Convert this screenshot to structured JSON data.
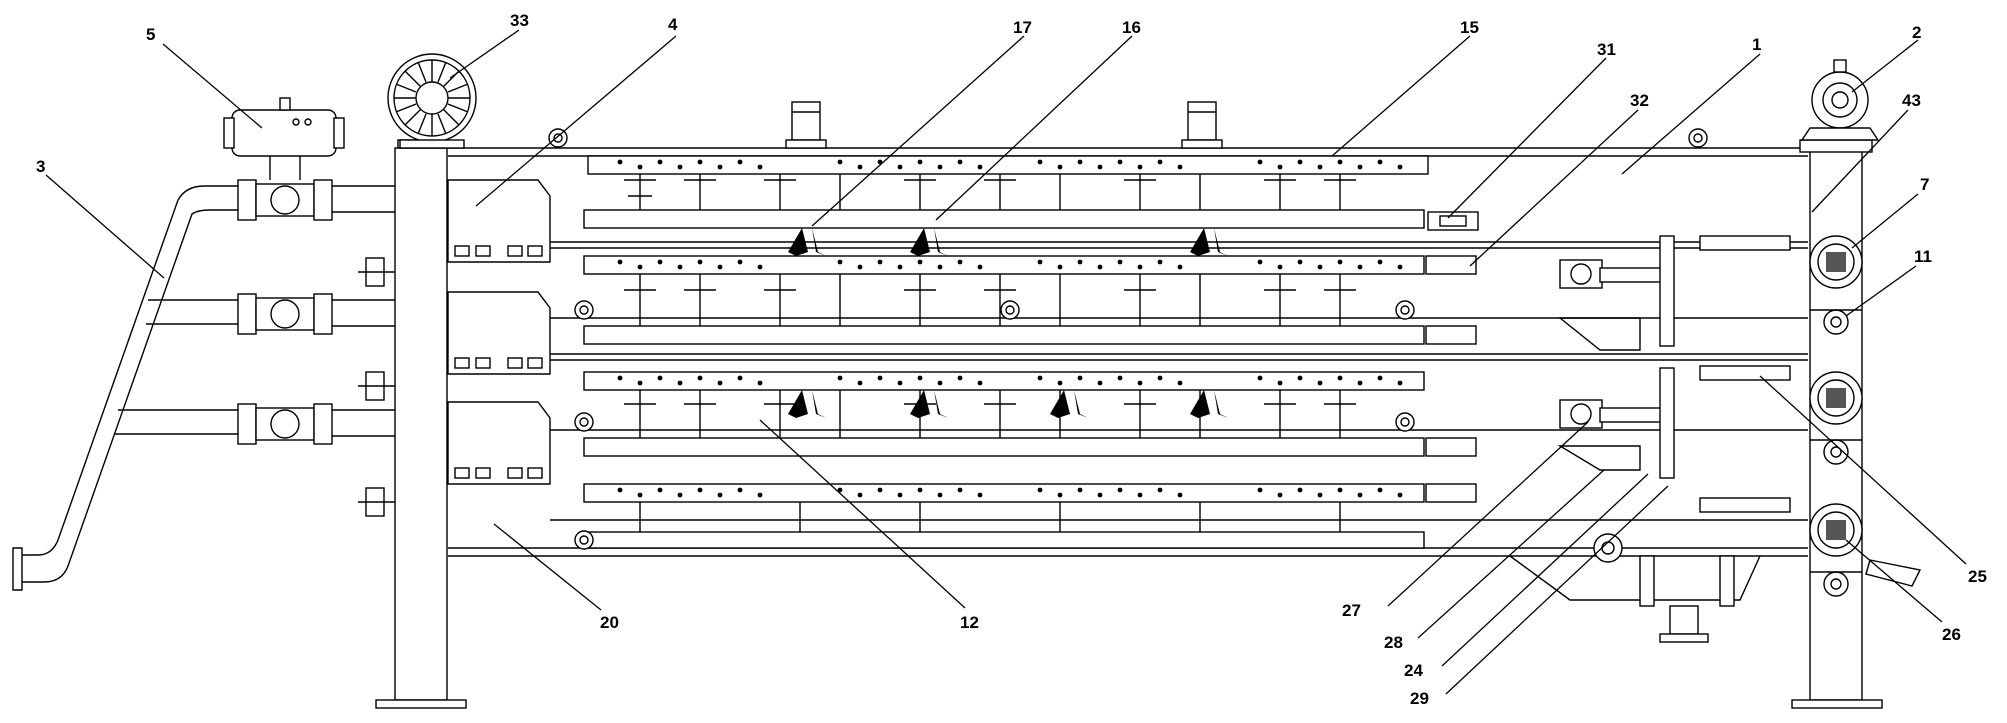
{
  "diagram": {
    "callouts": [
      {
        "id": "c5",
        "text": "5"
      },
      {
        "id": "c33",
        "text": "33"
      },
      {
        "id": "c4",
        "text": "4"
      },
      {
        "id": "c17",
        "text": "17"
      },
      {
        "id": "c16",
        "text": "16"
      },
      {
        "id": "c15",
        "text": "15"
      },
      {
        "id": "c31",
        "text": "31"
      },
      {
        "id": "c32",
        "text": "32"
      },
      {
        "id": "c1",
        "text": "1"
      },
      {
        "id": "c2",
        "text": "2"
      },
      {
        "id": "c43",
        "text": "43"
      },
      {
        "id": "c3",
        "text": "3"
      },
      {
        "id": "c7",
        "text": "7"
      },
      {
        "id": "c11",
        "text": "11"
      },
      {
        "id": "c25",
        "text": "25"
      },
      {
        "id": "c26",
        "text": "26"
      },
      {
        "id": "c20",
        "text": "20"
      },
      {
        "id": "c12",
        "text": "12"
      },
      {
        "id": "c27",
        "text": "27"
      },
      {
        "id": "c28",
        "text": "28"
      },
      {
        "id": "c24",
        "text": "24"
      },
      {
        "id": "c29",
        "text": "29"
      }
    ]
  }
}
